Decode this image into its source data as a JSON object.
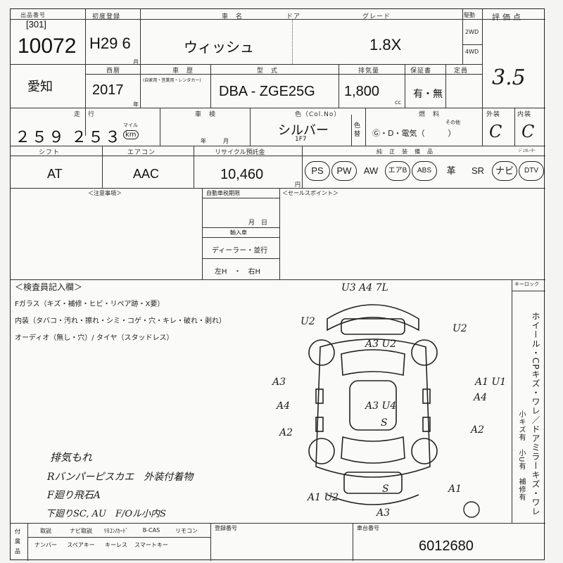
{
  "header": {
    "lot_label": "出品番号",
    "lot_code": "[301]",
    "lot_number": "10072",
    "first_reg_label": "初度登録",
    "first_reg": "H29 6",
    "first_reg_month_unit": "月",
    "name_label": "車　名",
    "car_name": "ウィッシュ",
    "door_label": "ドア",
    "grade_label": "グレード",
    "grade": "1.8X",
    "drive_label": "駆動",
    "drive_2wd": "2WD",
    "drive_4wd": "4WD",
    "score_label": "評価点",
    "score": "3.5"
  },
  "row2": {
    "region": "愛知",
    "year_label": "西暦",
    "year": "2017",
    "year_unit": "年",
    "reg_label": "車　歴",
    "reg_sub": "(自家用・営業用・レンタカー)",
    "model_label": "型　式",
    "model": "DBA - ZGE25G",
    "displacement_label": "排気量",
    "displacement": "1,800",
    "displacement_unit": "cc",
    "warranty_label": "保証書",
    "warranty": "有・無",
    "capacity_label": "定員"
  },
  "row3": {
    "mileage_label": "走　行",
    "mileage": "２５９ ２５３",
    "mileage_unit_top": "マイル",
    "mileage_unit": "km",
    "cert_label": "車　検",
    "cert_unit": "年　　　月",
    "color_label": "色（Col.No）",
    "color": "シルバー",
    "color_code": "1F7",
    "color_change_label": "色替",
    "fuel_label": "燃　料",
    "fuel_options": "Ⓖ・D・電気（　　　）",
    "fuel_other": "その他",
    "exterior_label": "外装",
    "exterior": "C",
    "interior_label": "内装",
    "interior": "C"
  },
  "row4": {
    "shift_label": "シフト",
    "shift": "AT",
    "ac_label": "エアコン",
    "ac": "AAC",
    "recycle_label": "リサイクル預託金",
    "recycle": "10,460",
    "recycle_unit": "円",
    "equip_label": "純　正　装　備　品",
    "equipment": [
      "PS",
      "PW",
      "AW",
      "エアB",
      "ABS",
      "革",
      "SR",
      "ナビ",
      "DTV"
    ],
    "equipment_circled": [
      true,
      true,
      false,
      true,
      true,
      false,
      false,
      true,
      true
    ],
    "key_label": "ｼﾞｪﾈﾚｰﾀｰ"
  },
  "notes": {
    "notes_label": "＜注意事項＞",
    "inspection_label": "自動車税期限",
    "inspection_unit": "月　日",
    "import_label": "輸入車",
    "dealer": "ディーラー・並行",
    "steering": "左H　・　右H",
    "sales_label": "＜セールスポイント＞"
  },
  "inspector": {
    "title": "＜検査員記入欄＞",
    "line1": "Fガラス（キズ・補修・ヒビ・リペア跡・X要）",
    "line2": "内装（タバコ・汚れ・擦れ・シミ・コゲ・穴・キレ・破れ・剥れ）",
    "line3": "オーディオ（無し・穴）/ タイヤ（スタッドレス）",
    "handwritten_1": "排気もれ",
    "handwritten_2": "Rバンパーピスカエ　外装付着物",
    "handwritten_3": "F廻り飛石A",
    "handwritten_4": "下廻りSC, AU　F/Oル小内S",
    "keyless_label": "キーロック",
    "side_notes": "ホイール・CPキズ・ワレ／ドアミラーキズ・ワレ",
    "side_notes_2": "小キズ有　小U有　補修有"
  },
  "diagram_marks": {
    "top": "U3 A4 7L",
    "top_left": "U2",
    "top_right": "U2",
    "roof_front": "A3 U2",
    "left_front": "A3",
    "right_front": "A1 U1",
    "left_mid": "A4",
    "right_mid": "A4",
    "center": "A3 U4",
    "center_s": "S",
    "left_rear": "A2",
    "right_rear": "A2",
    "left_back": "A1 U2",
    "right_back": "A1",
    "rear_s": "S",
    "bottom": "A3"
  },
  "footer": {
    "items_row1": [
      "取説",
      "ナビ取説",
      "ﾘﾓｺﾝ/ｶｰﾄﾞ",
      "B-CAS",
      "リモコン"
    ],
    "items_row2": [
      "ナンバー",
      "スペアキー",
      "キーレス",
      "スマートキー"
    ],
    "items_label": "付属品",
    "reg_no_label": "登録番号",
    "frame_label": "車台番号",
    "frame_number": "6012680"
  }
}
